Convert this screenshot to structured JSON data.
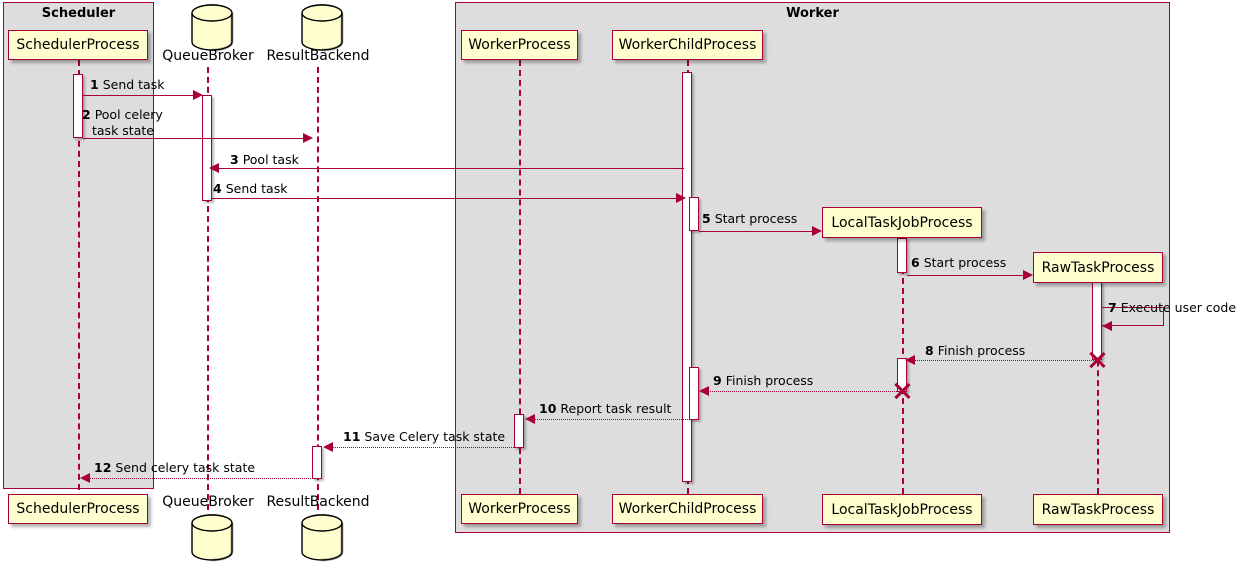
{
  "diagram": {
    "type": "sequence-diagram",
    "colors": {
      "line": "#A80036",
      "participant_fill": "#FEFECE",
      "group_fill": "#DDDDDD",
      "background": "#FFFFFF"
    },
    "groups": [
      {
        "id": "scheduler",
        "title": "Scheduler"
      },
      {
        "id": "worker",
        "title": "Worker"
      }
    ],
    "participants": [
      {
        "id": "scheduler_process",
        "name": "SchedulerProcess",
        "kind": "actor-box"
      },
      {
        "id": "queue_broker",
        "name": "QueueBroker",
        "kind": "database"
      },
      {
        "id": "result_backend",
        "name": "ResultBackend",
        "kind": "database"
      },
      {
        "id": "worker_process",
        "name": "WorkerProcess",
        "kind": "actor-box"
      },
      {
        "id": "worker_child_process",
        "name": "WorkerChildProcess",
        "kind": "actor-box"
      },
      {
        "id": "local_task_job",
        "name": "LocalTaskJobProcess",
        "kind": "actor-box"
      },
      {
        "id": "raw_task_process",
        "name": "RawTaskProcess",
        "kind": "actor-box"
      }
    ],
    "messages": [
      {
        "num": "1",
        "text": "Send task",
        "from": "scheduler_process",
        "to": "queue_broker",
        "style": "solid"
      },
      {
        "num": "2",
        "text": "Pool celery task state",
        "from": "scheduler_process",
        "to": "result_backend",
        "style": "solid"
      },
      {
        "num": "3",
        "text": "Pool task",
        "from": "worker_child_process",
        "to": "queue_broker",
        "style": "solid"
      },
      {
        "num": "4",
        "text": "Send task",
        "from": "queue_broker",
        "to": "worker_child_process",
        "style": "solid"
      },
      {
        "num": "5",
        "text": "Start process",
        "from": "worker_child_process",
        "to": "local_task_job",
        "style": "solid"
      },
      {
        "num": "6",
        "text": "Start process",
        "from": "local_task_job",
        "to": "raw_task_process",
        "style": "solid"
      },
      {
        "num": "7",
        "text": "Execute user code",
        "from": "raw_task_process",
        "to": "raw_task_process",
        "style": "self"
      },
      {
        "num": "8",
        "text": "Finish process",
        "from": "raw_task_process",
        "to": "local_task_job",
        "style": "dotted"
      },
      {
        "num": "9",
        "text": "Finish process",
        "from": "local_task_job",
        "to": "worker_child_process",
        "style": "dotted"
      },
      {
        "num": "10",
        "text": "Report task result",
        "from": "worker_child_process",
        "to": "worker_process",
        "style": "dotted"
      },
      {
        "num": "11",
        "text": "Save Celery task state",
        "from": "worker_process",
        "to": "result_backend",
        "style": "dotted"
      },
      {
        "num": "12",
        "text": "Send celery task state",
        "from": "result_backend",
        "to": "scheduler_process",
        "style": "dotted"
      }
    ],
    "labels": {
      "m1": {
        "num": "1",
        "text": "Send task"
      },
      "m2a": {
        "num": "2",
        "text": "Pool celery"
      },
      "m2b": {
        "text": "task state"
      },
      "m3": {
        "num": "3",
        "text": "Pool task"
      },
      "m4": {
        "num": "4",
        "text": "Send task"
      },
      "m5": {
        "num": "5",
        "text": "Start process"
      },
      "m6": {
        "num": "6",
        "text": "Start process"
      },
      "m7": {
        "num": "7",
        "text": "Execute user code"
      },
      "m8": {
        "num": "8",
        "text": "Finish process"
      },
      "m9": {
        "num": "9",
        "text": "Finish process"
      },
      "m10": {
        "num": "10",
        "text": "Report task result"
      },
      "m11": {
        "num": "11",
        "text": "Save Celery task state"
      },
      "m12": {
        "num": "12",
        "text": "Send celery task state"
      }
    }
  }
}
